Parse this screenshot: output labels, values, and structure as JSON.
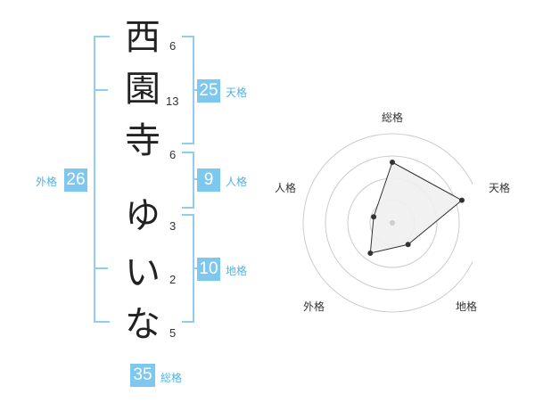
{
  "name": {
    "chars": [
      {
        "char": "西",
        "strokes": "6"
      },
      {
        "char": "園",
        "strokes": "13"
      },
      {
        "char": "寺",
        "strokes": "6"
      },
      {
        "char": "ゆ",
        "strokes": "3"
      },
      {
        "char": "い",
        "strokes": "2"
      },
      {
        "char": "な",
        "strokes": "5"
      }
    ]
  },
  "kaku": {
    "tenkaku": {
      "value": "25",
      "label": "天格"
    },
    "jinkaku": {
      "value": "9",
      "label": "人格"
    },
    "chikaku": {
      "value": "10",
      "label": "地格"
    },
    "gaikaku": {
      "value": "26",
      "label": "外格"
    },
    "soukaku": {
      "value": "35",
      "label": "総格"
    }
  },
  "chart_data": {
    "type": "radar",
    "axes": [
      "総格",
      "天格",
      "地格",
      "外格",
      "人格"
    ],
    "values": [
      0.68,
      0.82,
      0.3,
      0.42,
      0.22
    ],
    "rings": 4,
    "colors": {
      "fill": "#efefef",
      "line": "#333333",
      "ring": "#cccccc",
      "point": "#333333",
      "accent": "#7ec8f0"
    }
  }
}
